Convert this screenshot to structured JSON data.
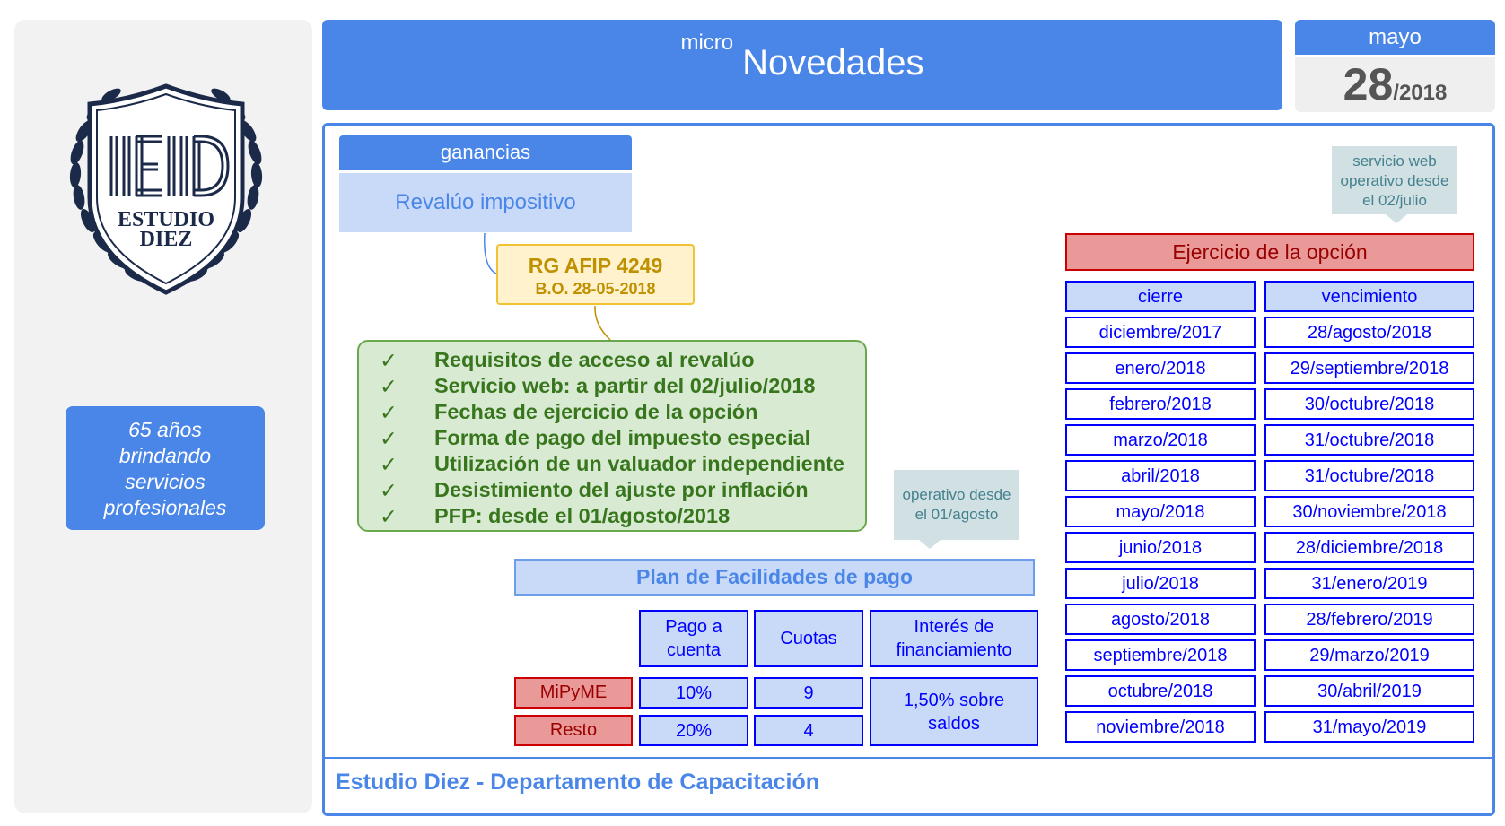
{
  "sidebar": {
    "logo": {
      "text_line1": "ESTUDIO",
      "text_line2": "DIEZ"
    },
    "tagline": [
      "65 años",
      "brindando",
      "servicios",
      "profesionales"
    ]
  },
  "header": {
    "prefix": "micro",
    "title": "Novedades"
  },
  "date": {
    "month": "mayo",
    "day": "28",
    "year": "/2018"
  },
  "topic": {
    "category": "ganancias",
    "title": "Revalúo impositivo"
  },
  "resolution": {
    "name": "RG AFIP 4249",
    "bulletin": "B.O. 28-05-2018"
  },
  "checklist": {
    "check_symbol": "✓",
    "items": [
      "Requisitos de acceso al revalúo",
      "Servicio web: a partir del 02/julio/2018",
      "Fechas de ejercicio de la opción",
      "Forma de pago del impuesto especial",
      "Utilización de un valuador independiente",
      "Desistimiento del ajuste por inflación",
      "PFP: desde el 01/agosto/2018"
    ]
  },
  "notes": {
    "web_service": [
      "servicio web",
      "operativo desde",
      "el 02/julio"
    ],
    "pfp": [
      "operativo desde",
      "el 01/agosto"
    ]
  },
  "exercise": {
    "title": "Ejercicio de la opción",
    "headers": [
      "cierre",
      "vencimiento"
    ],
    "rows": [
      [
        "diciembre/2017",
        "28/agosto/2018"
      ],
      [
        "enero/2018",
        "29/septiembre/2018"
      ],
      [
        "febrero/2018",
        "30/octubre/2018"
      ],
      [
        "marzo/2018",
        "31/octubre/2018"
      ],
      [
        "abril/2018",
        "31/octubre/2018"
      ],
      [
        "mayo/2018",
        "30/noviembre/2018"
      ],
      [
        "junio/2018",
        "28/diciembre/2018"
      ],
      [
        "julio/2018",
        "31/enero/2019"
      ],
      [
        "agosto/2018",
        "28/febrero/2019"
      ],
      [
        "septiembre/2018",
        "29/marzo/2019"
      ],
      [
        "octubre/2018",
        "30/abril/2019"
      ],
      [
        "noviembre/2018",
        "31/mayo/2019"
      ]
    ]
  },
  "plan": {
    "title": "Plan de Facilidades de pago",
    "headers": [
      "Pago a cuenta",
      "Cuotas",
      "Interés de financiamiento"
    ],
    "rows": [
      {
        "label": "MiPyME",
        "down_payment": "10%",
        "installments": "9"
      },
      {
        "label": "Resto",
        "down_payment": "20%",
        "installments": "4"
      }
    ],
    "interest": "1,50% sobre saldos"
  },
  "footer": "Estudio Diez - Departamento de Capacitación",
  "colors": {
    "brand_blue": "#4a86e8",
    "light_blue": "#c9daf8",
    "green_fill": "#d9ead3",
    "green_text": "#38761d",
    "red_fill": "#ea9999",
    "red_text": "#990000",
    "table_blue": "#0000ff",
    "logo_navy": "#1c2a4a"
  }
}
